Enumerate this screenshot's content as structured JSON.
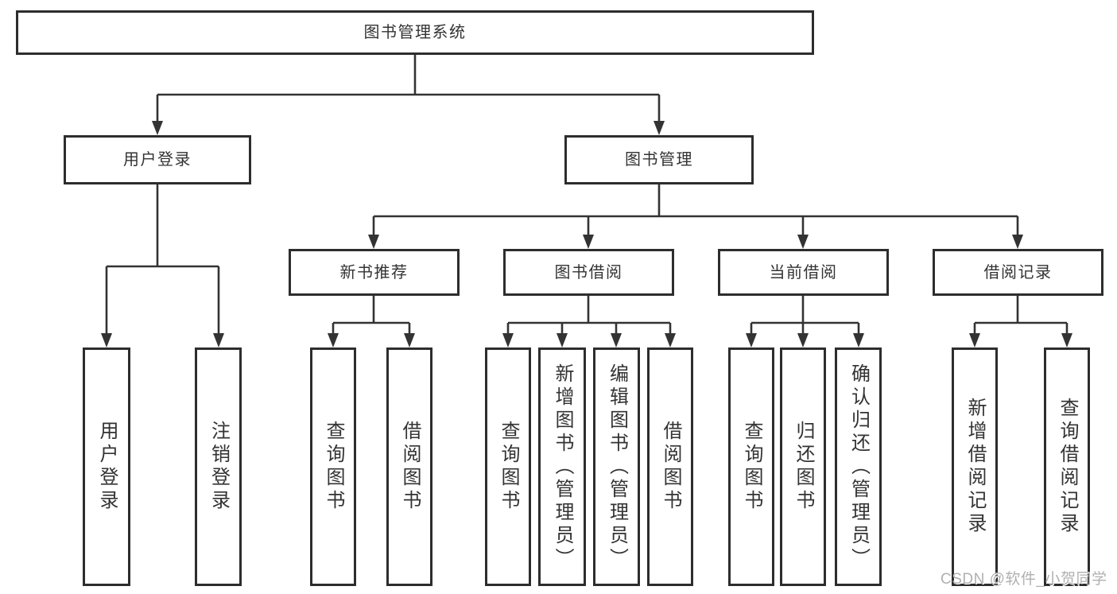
{
  "diagram": {
    "root": {
      "label": "图书管理系统"
    },
    "branches": [
      {
        "label": "用户登录",
        "children": [
          {
            "label": "用户登录"
          },
          {
            "label": "注销登录"
          }
        ]
      },
      {
        "label": "图书管理",
        "children": [
          {
            "label": "新书推荐",
            "children": [
              {
                "label": "查询图书"
              },
              {
                "label": "借阅图书"
              }
            ]
          },
          {
            "label": "图书借阅",
            "children": [
              {
                "label": "查询图书"
              },
              {
                "label": "新增图书（管理员）"
              },
              {
                "label": "编辑图书（管理员）"
              },
              {
                "label": "借阅图书"
              }
            ]
          },
          {
            "label": "当前借阅",
            "children": [
              {
                "label": "查询图书"
              },
              {
                "label": "归还图书"
              },
              {
                "label": "确认归还（管理员）"
              }
            ]
          },
          {
            "label": "借阅记录",
            "children": [
              {
                "label": "新增借阅记录"
              },
              {
                "label": "查询借阅记录"
              }
            ]
          }
        ]
      }
    ]
  },
  "watermark": {
    "text": "CSDN @软件_小贺同学"
  },
  "colors": {
    "line": "#333333",
    "box_border": "#2d2d2d",
    "text": "#333333",
    "watermark": "#b0b0b0",
    "background": "#ffffff"
  }
}
